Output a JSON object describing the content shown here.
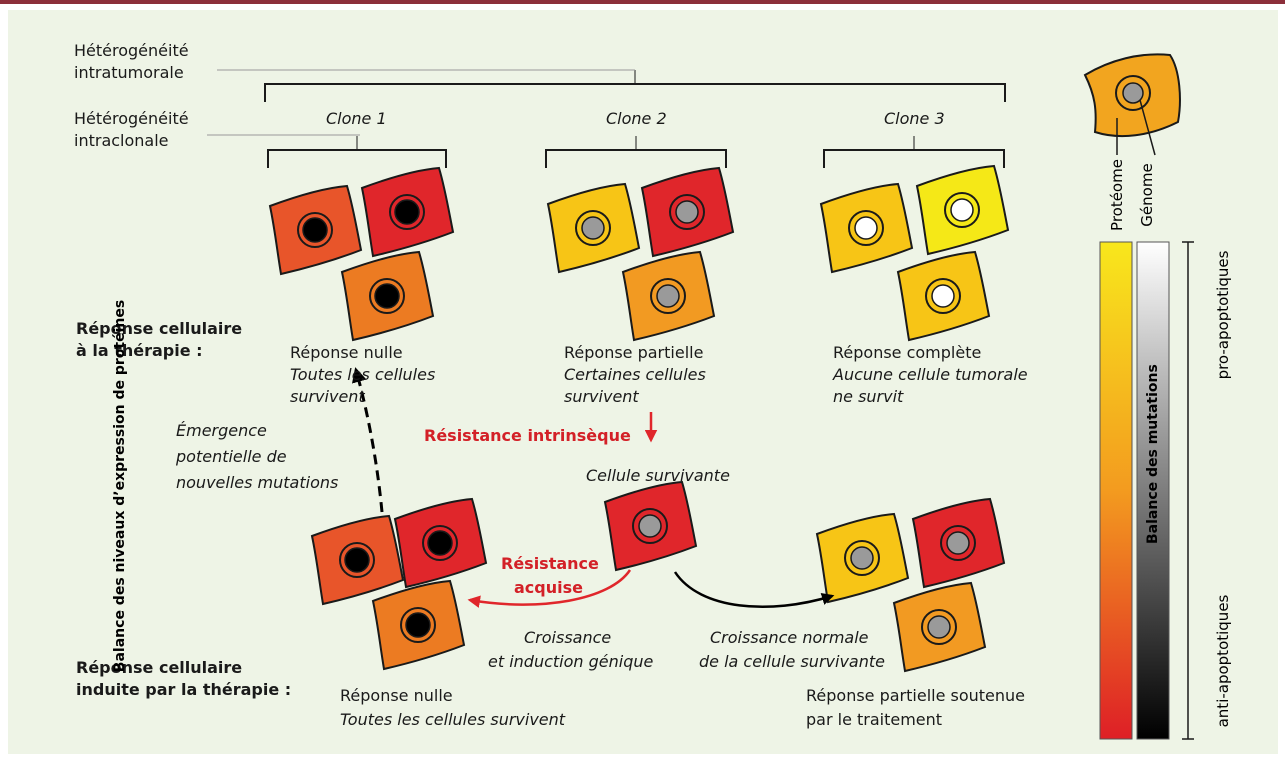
{
  "labels": {
    "inter_1": "Hétérogénéité",
    "inter_2": "intratumorale",
    "intra_1": "Hétérogénéité",
    "intra_2": "intraclonale",
    "clone1": "Clone 1",
    "clone2": "Clone 2",
    "clone3": "Clone 3",
    "therapy_1": "Réponse cellulaire",
    "therapy_2": "à la thérapie :",
    "induced_1": "Réponse cellulaire",
    "induced_2": "induite par la thérapie :",
    "null_resp": "Réponse nulle",
    "null_sub_1": "Toutes les cellules",
    "null_sub_2": "survivent",
    "partial_resp": "Réponse partielle",
    "partial_sub_1": "Certaines cellules",
    "partial_sub_2": "survivent",
    "complete_resp": "Réponse complète",
    "complete_sub_1": "Aucune cellule tumorale",
    "complete_sub_2": "ne survit",
    "intrinsic": "Résistance intrinsèque",
    "survivor": "Cellule survivante",
    "emergence_1": "Émergence",
    "emergence_2": "potentielle de",
    "emergence_3": "nouvelles mutations",
    "acquired_1": "Résistance",
    "acquired_2": "acquise",
    "growth_1": "Croissance",
    "growth_2": "et induction génique",
    "normal_1": "Croissance normale",
    "normal_2": "de la cellule survivante",
    "null2_resp": "Réponse nulle",
    "null2_sub": "Toutes les cellules survivent",
    "sustained_1": "Réponse partielle soutenue",
    "sustained_2": "par le traitement"
  },
  "legend": {
    "proteome": "Protéome",
    "genome": "Génome",
    "protein_balance": "Balance des niveaux d’expression de protéines",
    "mutation_balance": "Balance des mutations",
    "pro": "pro-apoptotiques",
    "anti": "anti-apoptotiques"
  },
  "colors": {
    "panel_bg": "#eef4e6",
    "red_cell": "#e0262b",
    "orange_red_cell": "#e8552a",
    "orange_cell": "#ec7b22",
    "amber_cell": "#f29a22",
    "yellow_cell": "#f7c516",
    "light_yellow_cell": "#f5e817",
    "nucleus_black": "#000000",
    "nucleus_grey": "#9a9a9a",
    "nucleus_white": "#ffffff",
    "red_text": "#d32027"
  }
}
